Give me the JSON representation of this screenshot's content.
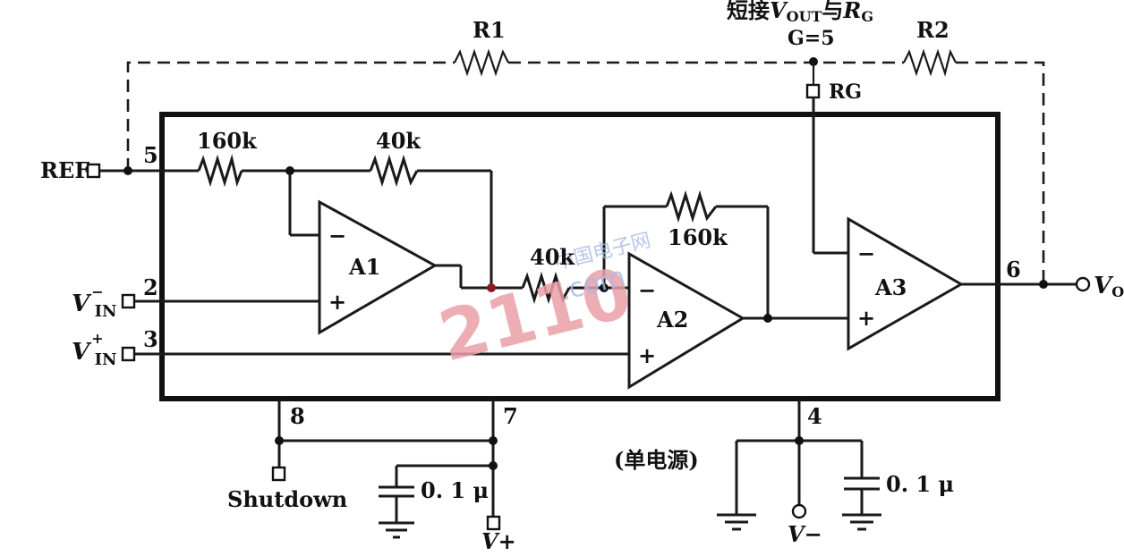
{
  "labels": {
    "r1": "R1",
    "r2": "R2",
    "short_note": "短接",
    "vout_v": "V",
    "vout_sub": "OUT",
    "with": "与",
    "rg_r": "R",
    "rg_sub": "G",
    "gain": "G=5",
    "rg_pin": "RG",
    "ref": "REF",
    "pin5": "5",
    "pin2": "2",
    "pin3": "3",
    "pin6": "6",
    "pin7": "7",
    "pin8": "8",
    "pin4": "4",
    "res_160k_a": "160k",
    "res_40k_a": "40k",
    "res_40k_b": "40k",
    "res_160k_b": "160k",
    "a1": "A1",
    "a2": "A2",
    "a3": "A3",
    "minus": "−",
    "plus": "+",
    "vin_minus_v": "V",
    "vin_minus_sup": "−",
    "vin_minus_sub": "IN",
    "vin_plus_v": "V",
    "vin_plus_sup": "+",
    "vin_plus_sub": "IN",
    "vo_v": "V",
    "vo_sub": "O",
    "shutdown": "Shutdown",
    "single_supply": "(单电源)",
    "cap1": "0. 1 μ",
    "cap2": "0. 1 μ",
    "vplus": "V+",
    "vminus": "V−"
  },
  "watermark": {
    "num": "2110",
    "cn": "中国电子网",
    "com": ".com"
  },
  "colors": {
    "ink": "#111111",
    "watermark_red": "#e9a0a8",
    "watermark_blue": "#a9b9e6"
  }
}
